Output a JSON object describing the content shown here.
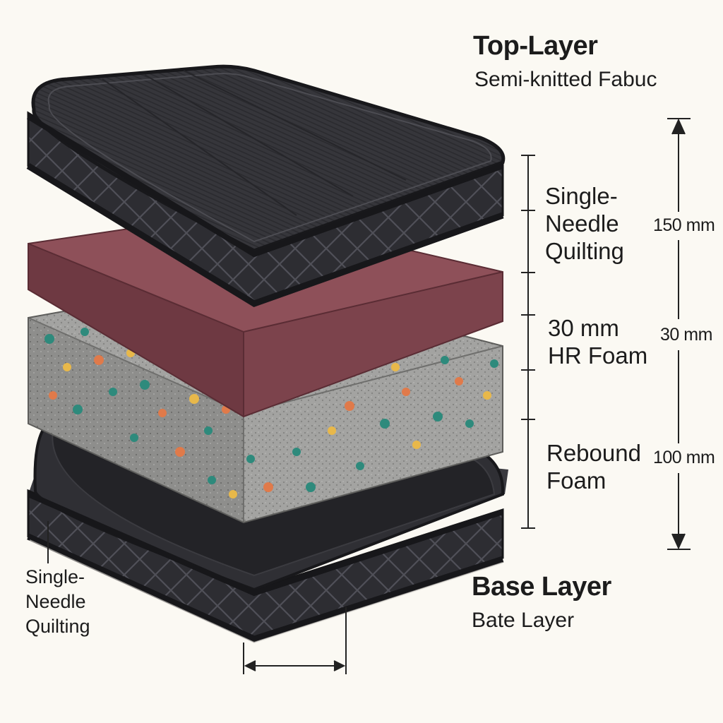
{
  "top_layer": {
    "title": "Top-Layer",
    "subtitle": "Semi-knitted Fabuc"
  },
  "base_layer": {
    "title": "Base Layer",
    "subtitle": "Bate Layer"
  },
  "layer_labels": {
    "quilting": [
      "Single-",
      "Needle",
      "Quilting"
    ],
    "hr_foam": [
      "30 mm",
      "HR Foam"
    ],
    "rebound": [
      "Rebound",
      "Foam"
    ]
  },
  "dimensions": {
    "d1": "150 mm",
    "d2": "30 mm",
    "d3": "100 mm"
  },
  "left_label": [
    "Single-",
    "Needle",
    "Quilting"
  ],
  "colors": {
    "background": "#fbf9f3",
    "quilt_dark": "#2b2b30",
    "foam_pink": "#8a4a55",
    "foam_grey": "#9a9a98",
    "speckle_teal": "#2e8a7c",
    "speckle_orange": "#e07a4a",
    "speckle_yellow": "#e8b84a"
  }
}
